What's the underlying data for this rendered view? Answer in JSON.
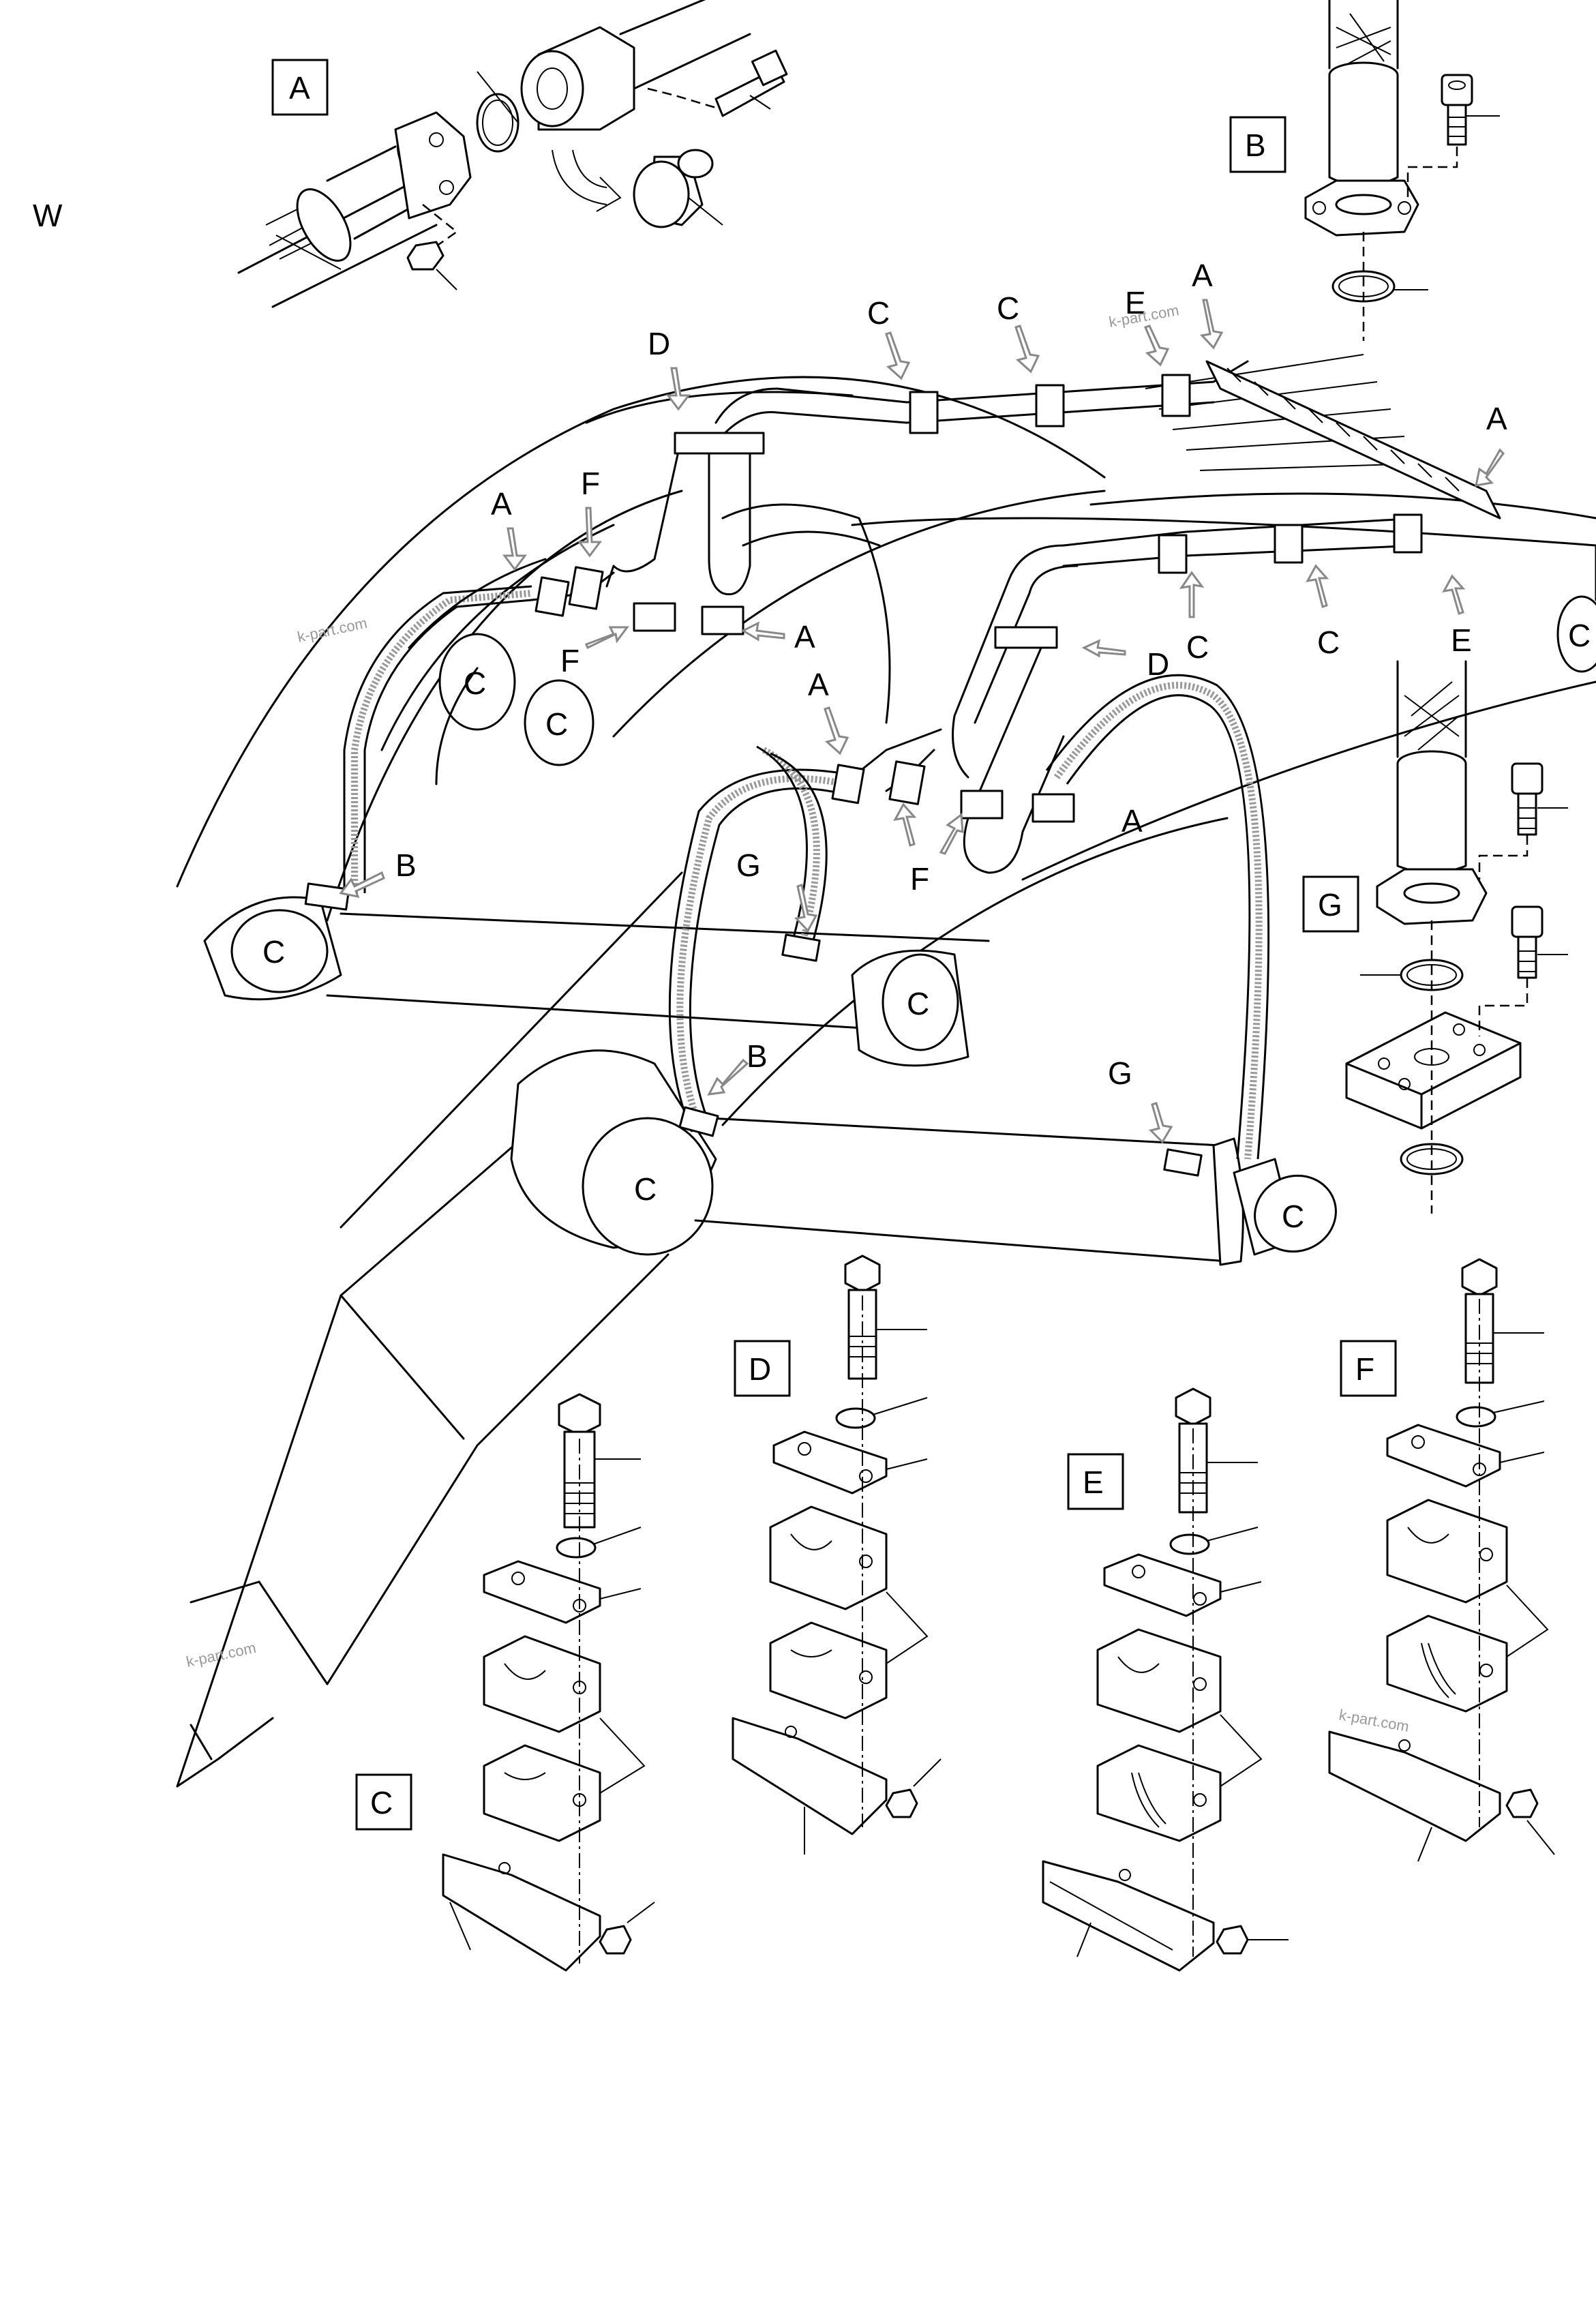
{
  "page_marker": "W",
  "watermark": "k-part.com",
  "detail_boxes": {
    "a": "A",
    "b": "B",
    "c": "C",
    "d": "D",
    "e": "E",
    "f": "F",
    "g": "G"
  },
  "callouts": {
    "a": "A",
    "b": "B",
    "c": "C",
    "d": "D",
    "e": "E",
    "f": "F",
    "g": "G"
  }
}
